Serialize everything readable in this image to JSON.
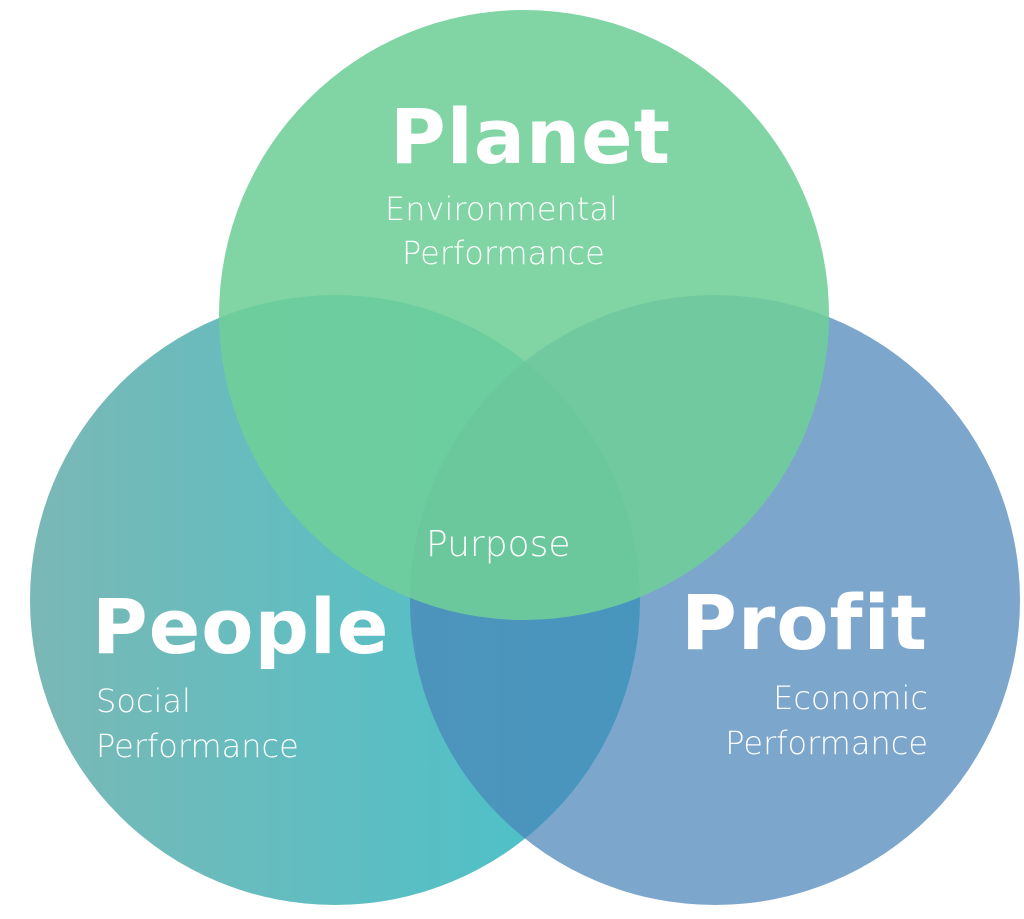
{
  "circles": {
    "planet": {
      "title": "Planet",
      "subtitle_1": "Environmental",
      "subtitle_2": "Performance",
      "color": "#7dd3a4"
    },
    "people": {
      "title": "People",
      "subtitle_1": "Social",
      "subtitle_2": "Performance",
      "color_start": "#7ab8b6",
      "color_end": "#45c3cc"
    },
    "profit": {
      "title": "Profit",
      "subtitle_1": "Economic",
      "subtitle_2": "Performance",
      "color": "#79a3c5"
    }
  },
  "center": {
    "label": "Purpose"
  }
}
